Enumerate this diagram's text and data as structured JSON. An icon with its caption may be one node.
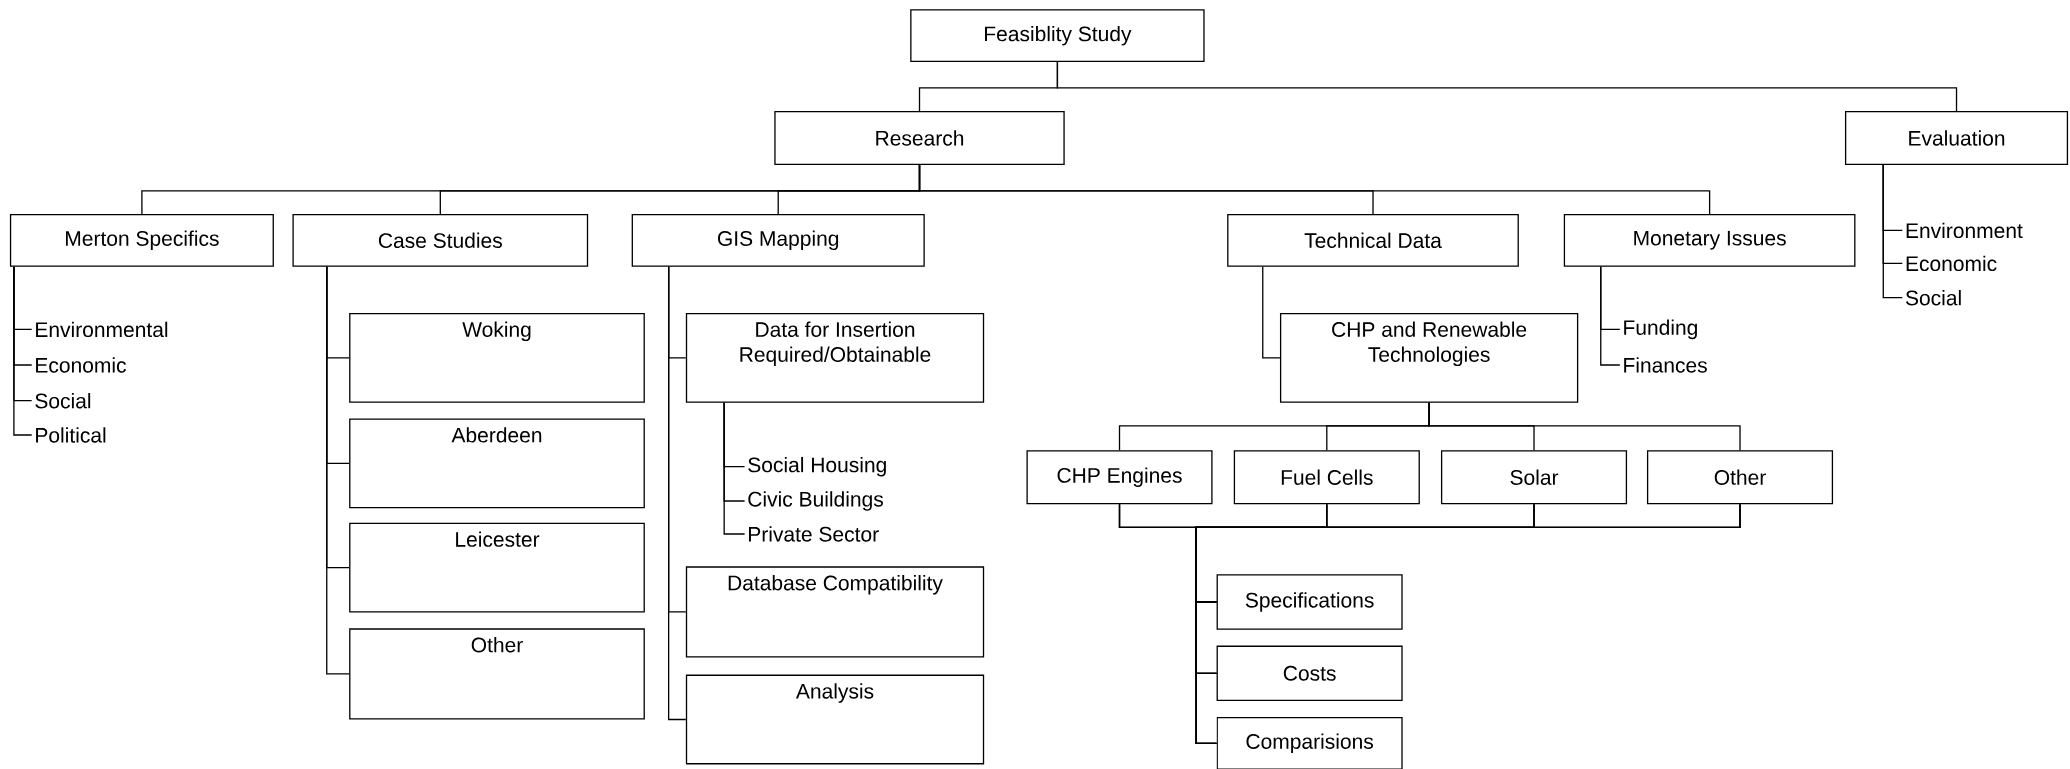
{
  "diagram": {
    "nodes": [
      {
        "text": [
          "Feasiblity Study"
        ]
      },
      {
        "text": [
          "Research"
        ]
      },
      {
        "text": [
          "Evaluation"
        ]
      },
      {
        "text": [
          "Merton Specifics"
        ]
      },
      {
        "text": [
          "Case Studies"
        ]
      },
      {
        "text": [
          "GIS Mapping"
        ]
      },
      {
        "text": [
          "Technical Data"
        ]
      },
      {
        "text": [
          "Monetary Issues"
        ]
      },
      {
        "text": [
          "Environment"
        ]
      },
      {
        "text": [
          "Economic"
        ]
      },
      {
        "text": [
          "Social"
        ]
      },
      {
        "text": [
          "Environmental"
        ]
      },
      {
        "text": [
          "Economic"
        ]
      },
      {
        "text": [
          "Social"
        ]
      },
      {
        "text": [
          "Political"
        ]
      },
      {
        "text": [
          "Woking"
        ]
      },
      {
        "text": [
          "Aberdeen"
        ]
      },
      {
        "text": [
          "Leicester"
        ]
      },
      {
        "text": [
          "Other"
        ]
      },
      {
        "text": [
          "Data for Insertion Required/Obtainable"
        ]
      },
      {
        "text": [
          "Social Housing"
        ]
      },
      {
        "text": [
          "Civic Buildings"
        ]
      },
      {
        "text": [
          "Private Sector"
        ]
      },
      {
        "text": [
          "Database Compatibility"
        ]
      },
      {
        "text": [
          "Analysis"
        ]
      },
      {
        "text": [
          "CHP and Renewable Technologies"
        ]
      },
      {
        "text": [
          "Funding"
        ]
      },
      {
        "text": [
          "Finances"
        ]
      },
      {
        "text": [
          "CHP Engines"
        ]
      },
      {
        "text": [
          "Fuel Cells"
        ]
      },
      {
        "text": [
          "Solar"
        ]
      },
      {
        "text": [
          "Other"
        ]
      },
      {
        "text": [
          "Specifications"
        ]
      },
      {
        "text": [
          "Costs"
        ]
      },
      {
        "text": [
          "Comparisions"
        ]
      }
    ],
    "edges": [
      {
        "from": 0,
        "to": 1,
        "arrow": "none"
      },
      {
        "from": 0,
        "to": 2,
        "arrow": "none"
      },
      {
        "from": 1,
        "to": 3,
        "arrow": "none"
      },
      {
        "from": 1,
        "to": 4,
        "arrow": "none"
      },
      {
        "from": 1,
        "to": 5,
        "arrow": "none"
      },
      {
        "from": 1,
        "to": 6,
        "arrow": "none"
      },
      {
        "from": 1,
        "to": 7,
        "arrow": "none"
      },
      {
        "from": 2,
        "to": 8,
        "arrow": "none"
      },
      {
        "from": 2,
        "to": 9,
        "arrow": "none"
      },
      {
        "from": 2,
        "to": 10,
        "arrow": "none"
      },
      {
        "from": 3,
        "to": 11,
        "arrow": "none"
      },
      {
        "from": 3,
        "to": 12,
        "arrow": "none"
      },
      {
        "from": 3,
        "to": 13,
        "arrow": "none"
      },
      {
        "from": 3,
        "to": 14,
        "arrow": "none"
      },
      {
        "from": 4,
        "to": 15,
        "arrow": "none"
      },
      {
        "from": 4,
        "to": 16,
        "arrow": "none"
      },
      {
        "from": 4,
        "to": 17,
        "arrow": "none"
      },
      {
        "from": 4,
        "to": 18,
        "arrow": "none"
      },
      {
        "from": 5,
        "to": 19,
        "arrow": "none"
      },
      {
        "from": 5,
        "to": 23,
        "arrow": "none"
      },
      {
        "from": 5,
        "to": 24,
        "arrow": "none"
      },
      {
        "from": 19,
        "to": 20,
        "arrow": "none"
      },
      {
        "from": 19,
        "to": 21,
        "arrow": "none"
      },
      {
        "from": 19,
        "to": 22,
        "arrow": "none"
      },
      {
        "from": 6,
        "to": 25,
        "arrow": "none"
      },
      {
        "from": 7,
        "to": 26,
        "arrow": "none"
      },
      {
        "from": 7,
        "to": 27,
        "arrow": "none"
      },
      {
        "from": 25,
        "to": 28,
        "arrow": "none"
      },
      {
        "from": 25,
        "to": 29,
        "arrow": "none"
      },
      {
        "from": 25,
        "to": 30,
        "arrow": "none"
      },
      {
        "from": 25,
        "to": 31,
        "arrow": "none"
      },
      {
        "from": 28,
        "to": 32,
        "arrow": "none"
      },
      {
        "from": 28,
        "to": 33,
        "arrow": "none"
      },
      {
        "from": 28,
        "to": 34,
        "arrow": "none"
      },
      {
        "from": 29,
        "to": 32,
        "arrow": "none"
      },
      {
        "from": 29,
        "to": 33,
        "arrow": "none"
      },
      {
        "from": 29,
        "to": 34,
        "arrow": "none"
      },
      {
        "from": 30,
        "to": 32,
        "arrow": "none"
      },
      {
        "from": 30,
        "to": 33,
        "arrow": "none"
      },
      {
        "from": 30,
        "to": 34,
        "arrow": "none"
      },
      {
        "from": 31,
        "to": 32,
        "arrow": "none"
      },
      {
        "from": 31,
        "to": 33,
        "arrow": "none"
      },
      {
        "from": 31,
        "to": 34,
        "arrow": "none"
      }
    ]
  }
}
